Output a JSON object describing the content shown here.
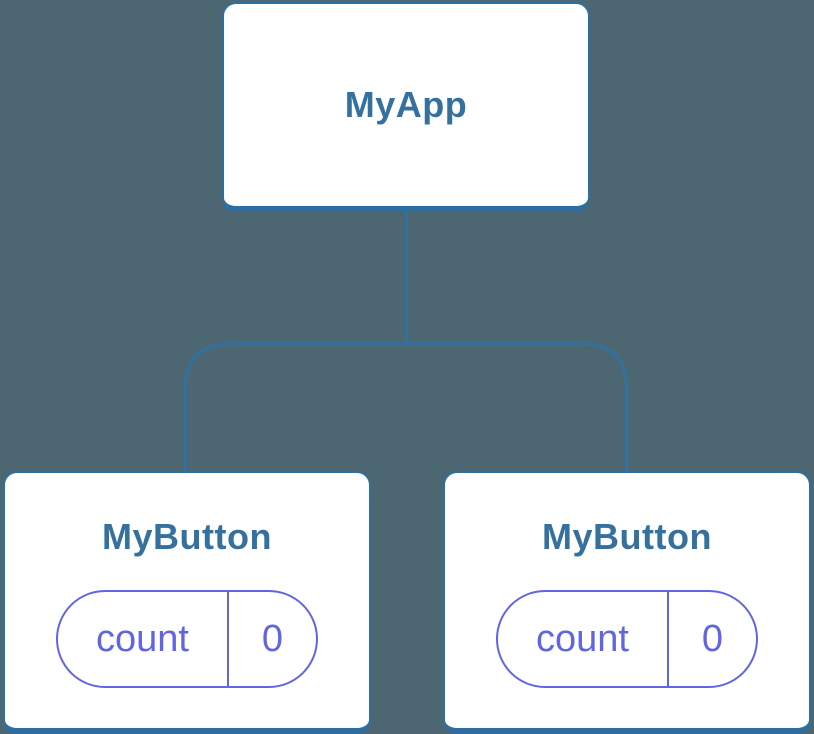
{
  "diagram": {
    "description": "Component tree diagram",
    "colors": {
      "background": "#4c6772",
      "card_background": "#ffffff",
      "card_border": "#2e6f9f",
      "connector": "#31719f",
      "heading_text": "#35719e",
      "pill_accent": "#6165e2"
    },
    "tree": {
      "root": {
        "label": "MyApp"
      },
      "children": [
        {
          "label": "MyButton",
          "state": {
            "name": "count",
            "value": "0"
          }
        },
        {
          "label": "MyButton",
          "state": {
            "name": "count",
            "value": "0"
          }
        }
      ]
    }
  }
}
